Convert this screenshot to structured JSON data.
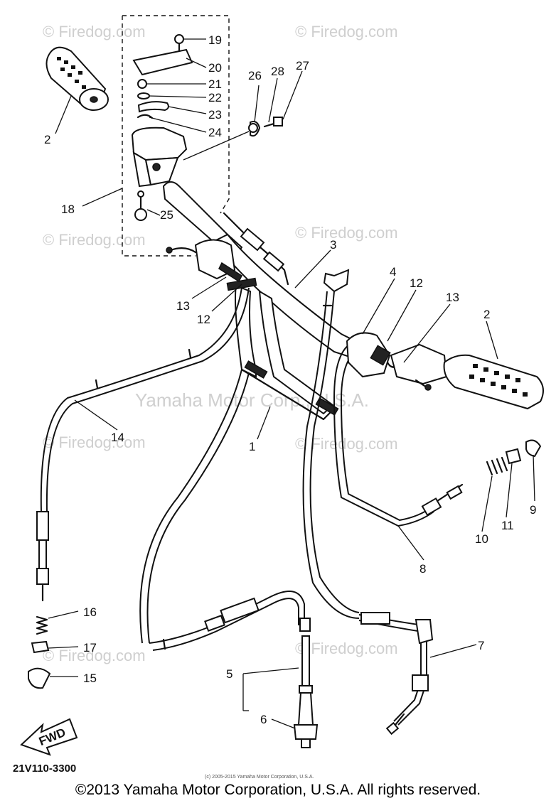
{
  "watermark": "© Firedog.com",
  "watermark_center": "Yamaha Motor Corp., U.S.A.",
  "diagram_code": "21V110-3300",
  "fwd_label": "FWD",
  "small_copyright": "(c) 2005-2015 Yamaha Motor Corporation, U.S.A.",
  "copyright": "©2013 Yamaha Motor Corporation, U.S.A. All rights reserved.",
  "callouts": {
    "c1": "1",
    "c2a": "2",
    "c2b": "2",
    "c3": "3",
    "c4": "4",
    "c5": "5",
    "c6": "6",
    "c7": "7",
    "c8": "8",
    "c9": "9",
    "c10": "10",
    "c11": "11",
    "c12a": "12",
    "c12b": "12",
    "c13a": "13",
    "c13b": "13",
    "c14": "14",
    "c15": "15",
    "c16": "16",
    "c17": "17",
    "c18": "18",
    "c19": "19",
    "c20": "20",
    "c21": "21",
    "c22": "22",
    "c23": "23",
    "c24": "24",
    "c25": "25",
    "c26": "26",
    "c27": "27",
    "c28": "28"
  }
}
